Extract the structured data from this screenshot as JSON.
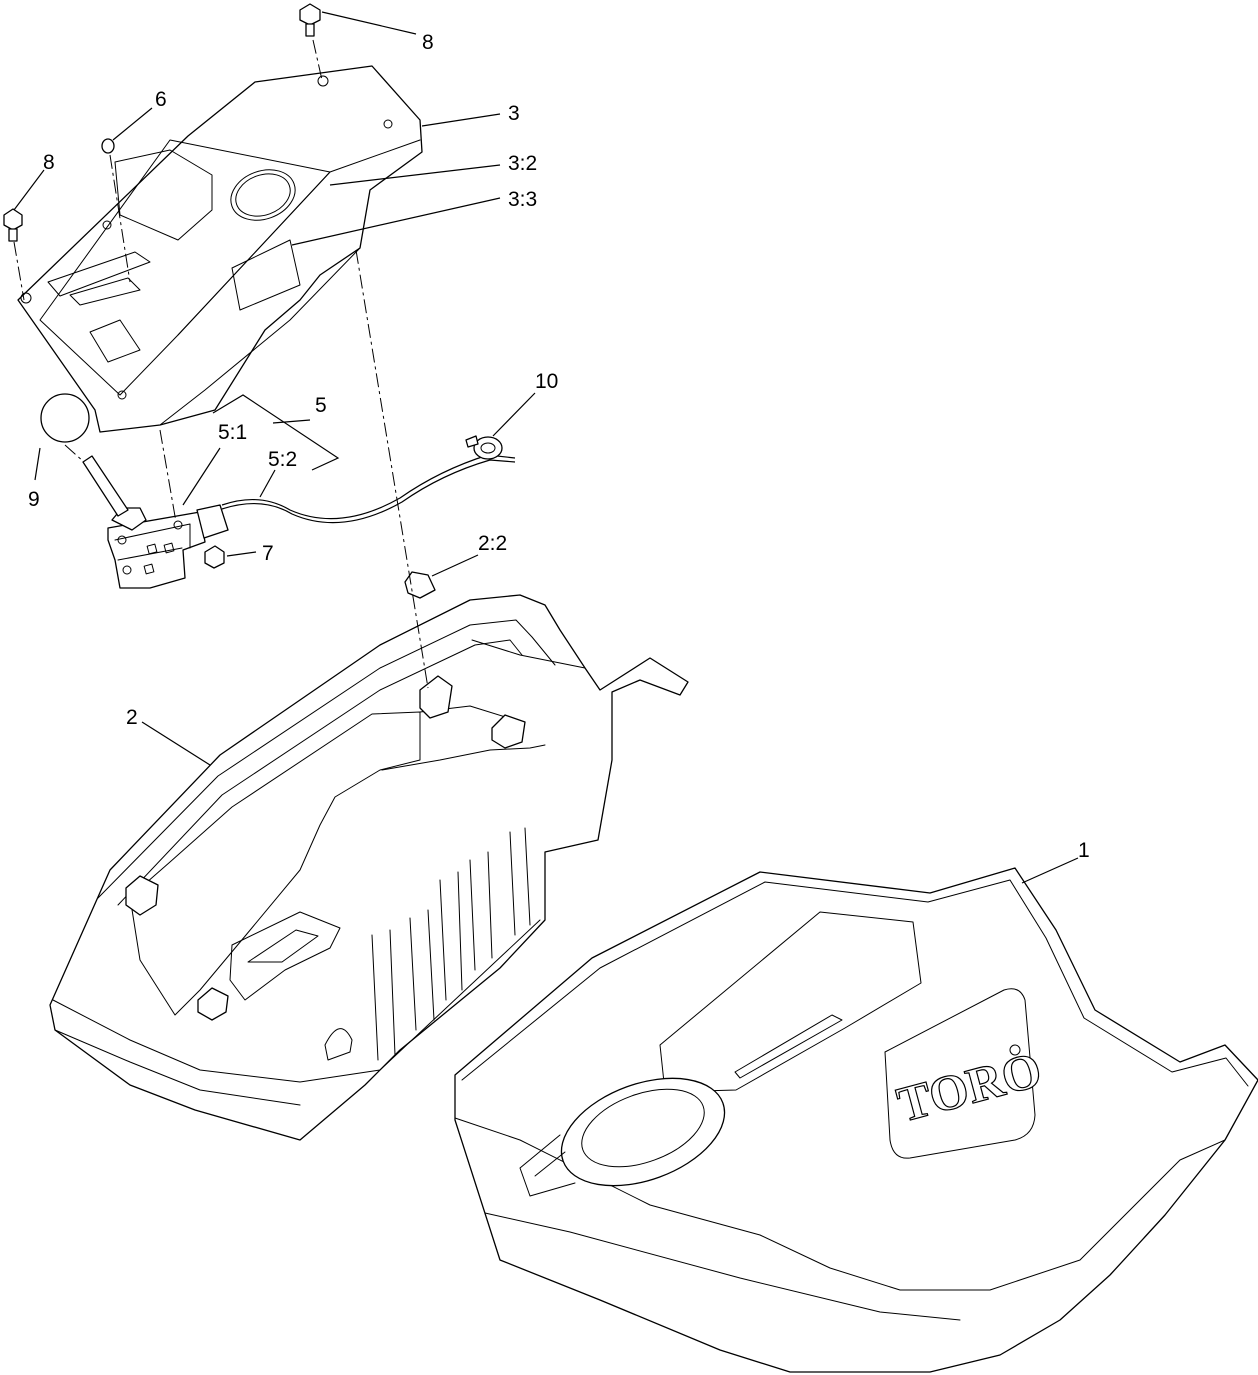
{
  "callouts": {
    "c8a": "8",
    "c6": "6",
    "c3": "3",
    "c3_2": "3:2",
    "c8b": "8",
    "c3_3": "3:3",
    "c10": "10",
    "c5": "5",
    "c5_1": "5:1",
    "c5_2": "5:2",
    "c9": "9",
    "c7": "7",
    "c2_2": "2:2",
    "c2": "2",
    "c1": "1"
  },
  "logo_text": "TORO"
}
